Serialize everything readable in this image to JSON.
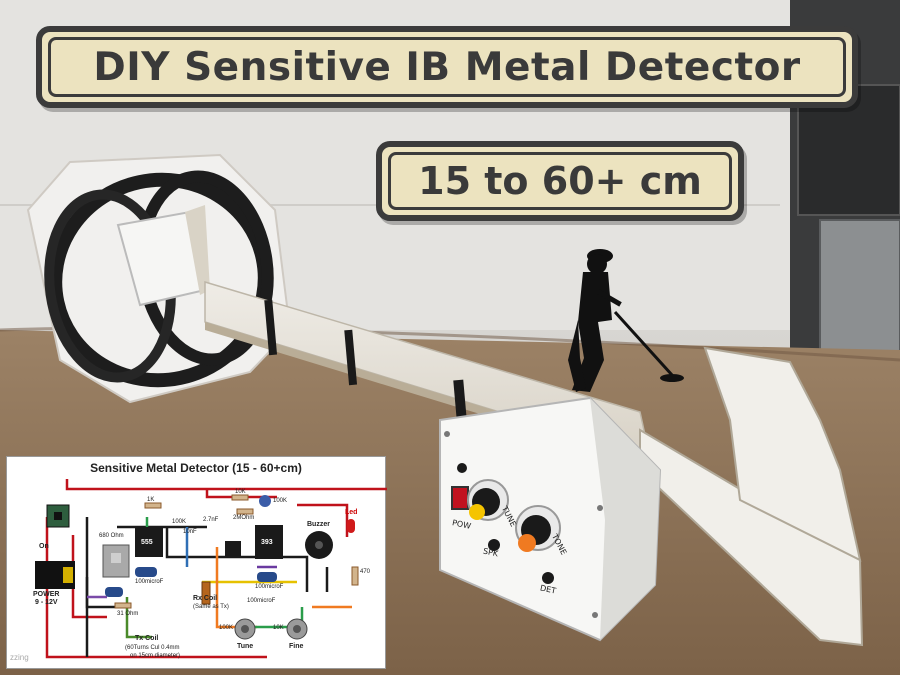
{
  "title": "DIY Sensitive IB Metal Detector",
  "range": "15 to 60+ cm",
  "control_box": {
    "pow": "POW",
    "spk": "SPK",
    "det": "DET",
    "tune": "TUNE",
    "fine": "TONE"
  },
  "schematic": {
    "title": "Sensitive Metal Detector (15 - 60+cm)",
    "labels": {
      "on": "On",
      "power": "POWER",
      "voltage": "9 - 12V",
      "r680": "680 Ohm",
      "ic555": "555",
      "r1k": "1K",
      "r100k_a": "100K",
      "c10nf": "10nF",
      "c2_7nf": "2.7nF",
      "r10k_a": "10K",
      "r100k_b": "100K",
      "r2mohm": "2MOhm",
      "ic393": "393",
      "buzzer": "Buzzer",
      "led": "Led",
      "r470": "470",
      "c100u_a": "100microF",
      "c100u_b": "100microF",
      "c100u_c": "100microF",
      "r31": "31 Ohm",
      "rx_coil": "Rx Coil",
      "rx_note": "(Same as Tx)",
      "tx_coil": "Tx Coil",
      "tx_note1": "(60Turns Cul 0.4mm",
      "tx_note2": "on 15cm diameter)",
      "pot100k": "100K",
      "pot10k": "10K",
      "tune": "Tune",
      "fine": "Fine"
    }
  },
  "watermark": "zzing",
  "chart_data": null
}
